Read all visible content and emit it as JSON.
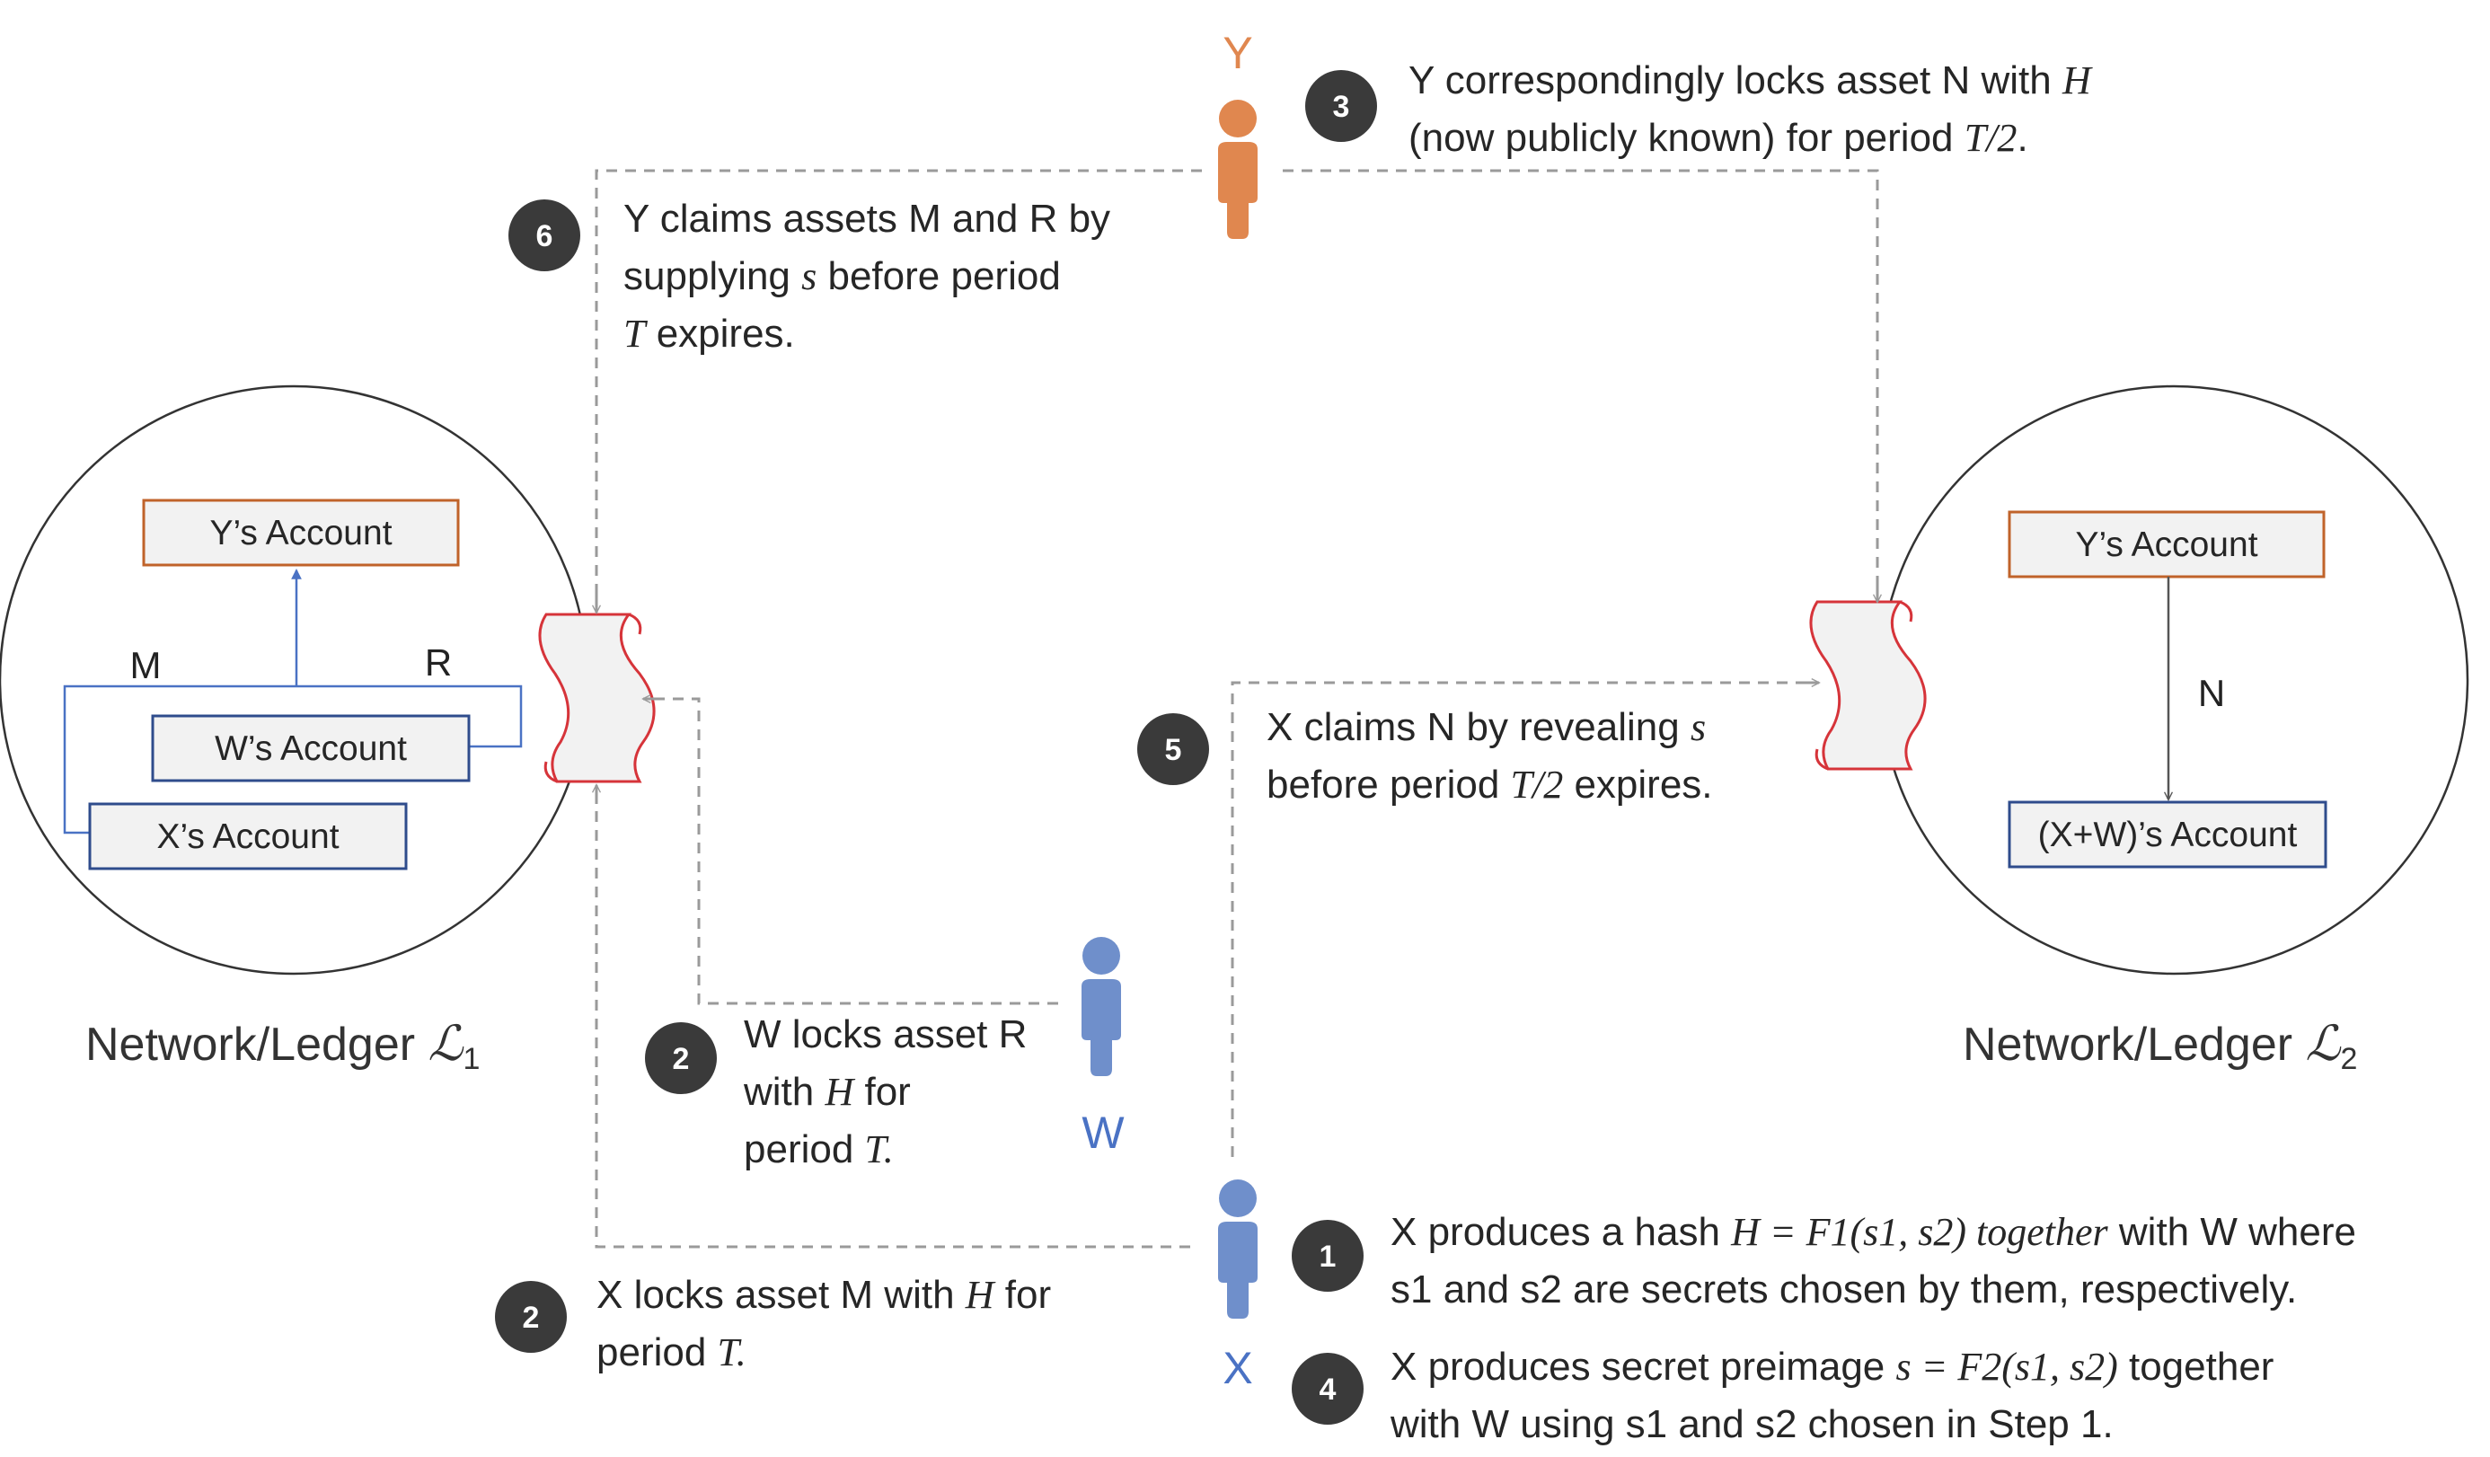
{
  "colors": {
    "orange": "#E0874F",
    "blue": "#6F8FCB",
    "account_orange": "#C0632A",
    "account_blue": "#2F4C8C",
    "scroll_red": "#D6343A",
    "badge": "#3A3A3A"
  },
  "ledgers": {
    "l1": {
      "name": "Network/Ledger ",
      "symbol": "ℒ",
      "subscript": "1"
    },
    "l2": {
      "name": "Network/Ledger ",
      "symbol": "ℒ",
      "subscript": "2"
    }
  },
  "accounts": {
    "l1_y": "Y’s Account",
    "l1_w": "W’s Account",
    "l1_x": "X’s Account",
    "l2_y": "Y’s Account",
    "l2_xw": "(X+W)’s Account"
  },
  "edge_labels": {
    "m": "M",
    "r": "R",
    "n": "N"
  },
  "actors": {
    "y": "Y",
    "w": "W",
    "x": "X"
  },
  "steps": {
    "s6": {
      "num": "6",
      "l1a": "Y claims assets M and R by",
      "l2a": "supplying ",
      "l2b": "s",
      "l2c": " before period",
      "l3a": "T",
      "l3b": " expires."
    },
    "s3": {
      "num": "3",
      "l1a": "Y correspondingly locks asset N with ",
      "l1b": "H",
      "l2a": "(now publicly known) for period ",
      "l2b": "T/2",
      "l2c": "."
    },
    "s5": {
      "num": "5",
      "l1a": "X claims N by revealing ",
      "l1b": "s",
      "l2a": "before period ",
      "l2b": "T/2",
      "l2c": " expires."
    },
    "s2w": {
      "num": "2",
      "l1a": "W locks asset R",
      "l2a": "with ",
      "l2b": "H",
      "l2c": " for",
      "l3a": "period ",
      "l3b": "T."
    },
    "s2x": {
      "num": "2",
      "l1a": "X locks asset M with ",
      "l1b": "H",
      "l1c": " for",
      "l2a": "period ",
      "l2b": "T."
    },
    "s1": {
      "num": "1",
      "l1a": "X produces a hash ",
      "l1b": "H = F1(s1, s2) together",
      "l1c": " with W where",
      "l2a": "s1 and s2 are secrets chosen by them, respectively."
    },
    "s4": {
      "num": "4",
      "l1a": "X produces secret preimage ",
      "l1b": "s = F2(s1, s2)",
      "l1c": " together",
      "l2a": "with W using s1 and s2 chosen in Step 1."
    }
  }
}
